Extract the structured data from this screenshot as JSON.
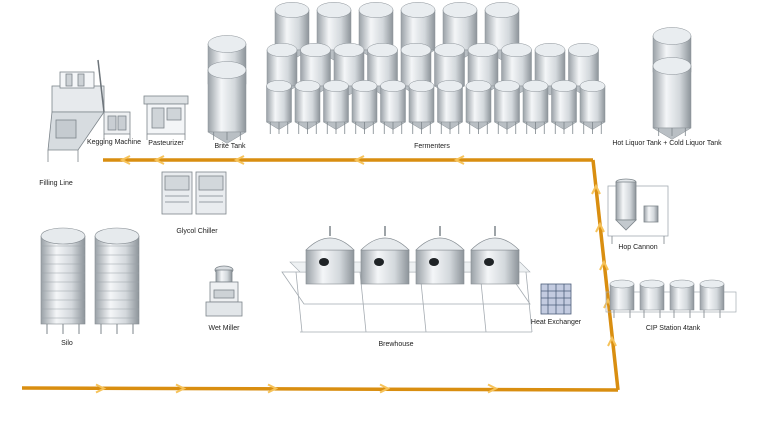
{
  "labels": {
    "kegging": "Kegging Machine",
    "pasteurizer": "Pasteurizer",
    "brite": "Brite Tank",
    "fermenters": "Fermenters",
    "liquor": "Hot Liquor Tank + Cold Liquor Tank",
    "filling": "Filling Line",
    "glycol": "Glycol Chiller",
    "hop": "Hop Cannon",
    "silo": "Silo",
    "wetmiller": "Wet Miller",
    "brewhouse": "Brewhouse",
    "heatex": "Heat Exchanger",
    "cip": "CIP Station 4tank"
  },
  "colors": {
    "flow": "#d98e10",
    "arrow": "#f3c35a",
    "steel_light": "#f2f4f6",
    "steel_mid": "#c9ced3",
    "steel_dark": "#8f969c",
    "frame": "#9aa1a7",
    "label": "#222222"
  }
}
